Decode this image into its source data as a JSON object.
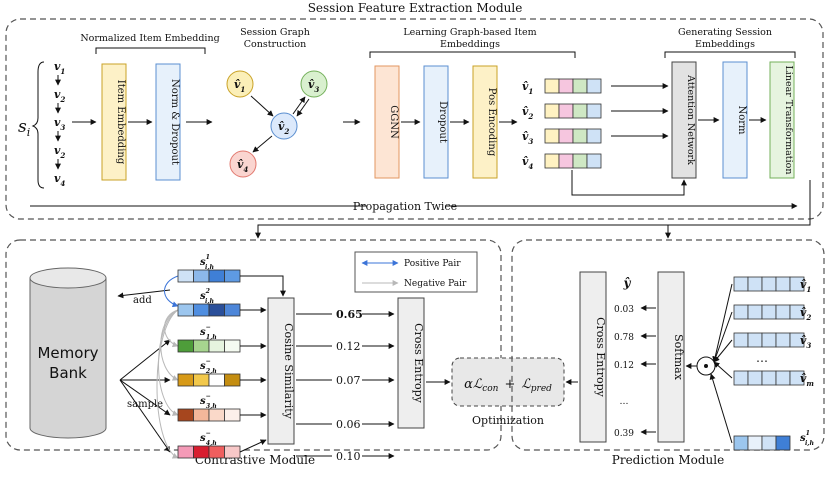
{
  "colors": {
    "yellow_fill": "#fdf1c7",
    "yellow_stroke": "#c9a227",
    "blue_fill": "#e7f1fb",
    "blue_stroke": "#5b8fd0",
    "orange_fill": "#fde5d4",
    "orange_stroke": "#e29660",
    "green_fill": "#e6f4df",
    "green_stroke": "#74b05b",
    "gray_fill": "#e2e2e2",
    "gray_stroke": "#444",
    "node_yellow": "#fbefb8",
    "node_green": "#d9f0cf",
    "node_blue": "#dce9fb",
    "node_red": "#fad5d0",
    "positive_arrow": "#3b74d8",
    "negative_arrow": "#b8b8b8",
    "cell_yellow": "#fff2c2",
    "cell_pink": "#f6c6df",
    "cell_green": "#cfe8c4",
    "cell_blue": "#cfe2f6"
  },
  "titles": {
    "session_module": "Session Feature Extraction Module",
    "contrastive_module": "Contrastive Module",
    "prediction_module": "Prediction Module",
    "propagation": "Propagation Twice"
  },
  "session_input": {
    "label_main": "s",
    "label_sub": "i",
    "items": [
      "v",
      "v",
      "v",
      "v",
      "v"
    ],
    "item_subs": [
      "1",
      "2",
      "3",
      "2",
      "4"
    ]
  },
  "groups": {
    "norm_item_embedding": "Normalized Item Embedding",
    "session_graph": [
      "Session Graph",
      "Construction"
    ],
    "learning_graph": [
      "Learning Graph-based Item",
      "Embeddings"
    ],
    "generating_session": [
      "Generating Session",
      "Embeddings"
    ]
  },
  "blocks": {
    "item_embedding": "Item Embedding",
    "norm_dropout": "Norm & Dropout",
    "ggnn": "GGNN",
    "dropout": "Dropout",
    "pos_encoding": "Pos Encoding",
    "attention_network": "Attention Network",
    "norm": "Norm",
    "linear_transformation": "Linear Transformation",
    "cosine_similarity": "Cosine Similarity",
    "cross_entropy_contrastive": "Cross Entropy",
    "cross_entropy_prediction": "Cross Entropy",
    "softmax": "Softmax"
  },
  "graph_nodes": [
    {
      "symbol": "v̂",
      "sub": "1",
      "color": "node_yellow"
    },
    {
      "symbol": "v̂",
      "sub": "3",
      "color": "node_green"
    },
    {
      "symbol": "v̂",
      "sub": "2",
      "color": "node_blue"
    },
    {
      "symbol": "v̂",
      "sub": "4",
      "color": "node_red"
    }
  ],
  "learned_embeddings": [
    {
      "symbol": "v̂",
      "sub": "1"
    },
    {
      "symbol": "v̂",
      "sub": "2"
    },
    {
      "symbol": "v̂",
      "sub": "3"
    },
    {
      "symbol": "v̂",
      "sub": "4"
    }
  ],
  "memory_bank": {
    "label_line1": "Memory",
    "label_line2": "Bank",
    "add_label": "add",
    "sample_label": "sample"
  },
  "legend": {
    "positive": "Positive Pair",
    "negative": "Negative Pair"
  },
  "contrastive_samples": [
    {
      "symbol": "s",
      "sup": "1",
      "sub": "i,h",
      "colors": [
        "#cfe2f6",
        "#8cb8ea",
        "#3f7fd6",
        "#5e9ae3"
      ]
    },
    {
      "symbol": "s",
      "sup": "2",
      "sub": "i,h",
      "colors": [
        "#9cc6ee",
        "#4f8ee0",
        "#2a4f9a",
        "#4d86d9"
      ]
    },
    {
      "symbol": "s",
      "sup": "−",
      "sub": "1,h",
      "colors": [
        "#4e9d3a",
        "#a7d58f",
        "#e6f4df",
        "#f5fbf1"
      ]
    },
    {
      "symbol": "s",
      "sup": "−",
      "sub": "2,h",
      "colors": [
        "#d79a18",
        "#f2c84b",
        "#ffffff",
        "#c48d10"
      ]
    },
    {
      "symbol": "s",
      "sup": "−",
      "sub": "3,h",
      "colors": [
        "#a6461e",
        "#f3b79a",
        "#fad9c9",
        "#fdf0ea"
      ]
    },
    {
      "symbol": "s",
      "sup": "−",
      "sub": "4,h",
      "colors": [
        "#f49ab7",
        "#d81d2f",
        "#ef5e5e",
        "#f8c8c8"
      ]
    }
  ],
  "similarity_scores": [
    "0.65",
    "0.12",
    "0.07",
    "0.06",
    "0.10"
  ],
  "optimization": {
    "formula_alpha": "αℒ",
    "formula_con": "con",
    "formula_plus": "+",
    "formula_pred_main": "ℒ",
    "formula_pred_sub": "pred",
    "label": "Optimization"
  },
  "prediction": {
    "y_hat": "ŷ",
    "probs": [
      "0.03",
      "0.78",
      "0.12",
      "…",
      "0.39"
    ],
    "dot_symbol": "⊙",
    "vertical_ellipsis": "…",
    "items": [
      {
        "symbol": "v̂",
        "sub": "1"
      },
      {
        "symbol": "v̂",
        "sub": "2"
      },
      {
        "symbol": "v̂",
        "sub": "3"
      },
      {
        "symbol": "…",
        "sub": ""
      },
      {
        "symbol": "v̂",
        "sub": "m"
      }
    ],
    "session_emb": {
      "symbol": "s",
      "sup": "1",
      "sub": "i,h"
    }
  }
}
